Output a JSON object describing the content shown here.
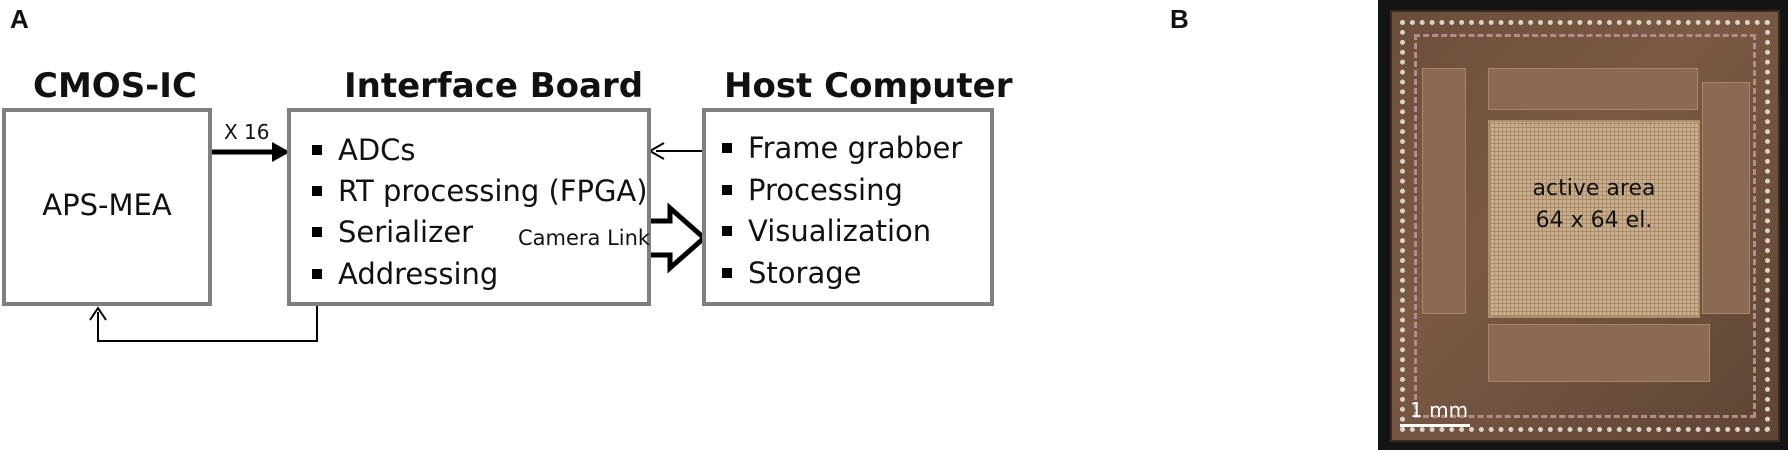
{
  "panels": {
    "a_label": "A",
    "b_label": "B"
  },
  "cmos": {
    "title": "CMOS-IC",
    "content": "APS-MEA"
  },
  "interface": {
    "title": "Interface Board",
    "items": [
      "ADCs",
      "RT processing (FPGA)",
      "Serializer",
      "Addressing"
    ]
  },
  "host": {
    "title": "Host Computer",
    "items": [
      "Frame grabber",
      "Processing",
      "Visualization",
      "Storage"
    ]
  },
  "links": {
    "multiplier": "X 16",
    "camera_link": "Camera Link"
  },
  "chip": {
    "active_line1": "active area",
    "active_line2": "64 x 64 el.",
    "scale_label": "1 mm",
    "die_color": "#6b4e3a",
    "active_color": "#c9ae8c"
  }
}
